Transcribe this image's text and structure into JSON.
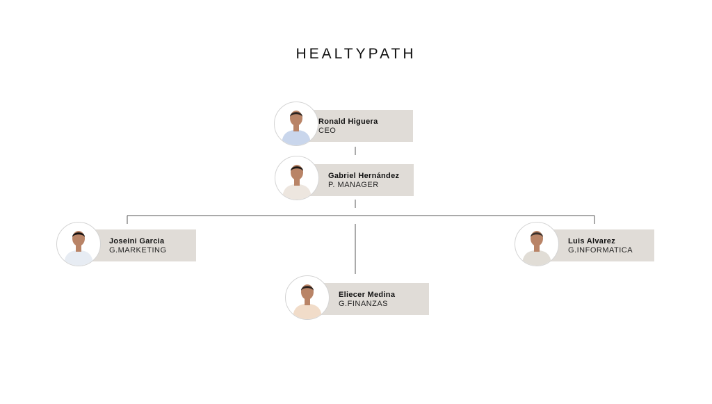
{
  "header": {
    "title": "HEALTYPATH"
  },
  "people": [
    {
      "name": "Ronald Higuera",
      "role": "CEO",
      "shirt_color": "#c9d6ec",
      "hair_color": "#2a2320"
    },
    {
      "name": "Gabriel Hernández",
      "role": "P. MANAGER",
      "shirt_color": "#ede6df",
      "hair_color": "#1c1714"
    },
    {
      "name": "Joseini Garcia",
      "role": "G.MARKETING",
      "shirt_color": "#e7ecf3",
      "hair_color": "#141010"
    },
    {
      "name": "Luis Alvarez",
      "role": "G.INFORMATICA",
      "shirt_color": "#e1ddd6",
      "hair_color": "#3a302b"
    },
    {
      "name": "Eliecer Medina",
      "role": "G.FINANZAS",
      "shirt_color": "#f1dcc9",
      "hair_color": "#2b211d"
    }
  ],
  "colors": {
    "card": "#e0dcd7",
    "line": "#555555",
    "skin": "#b98467"
  }
}
